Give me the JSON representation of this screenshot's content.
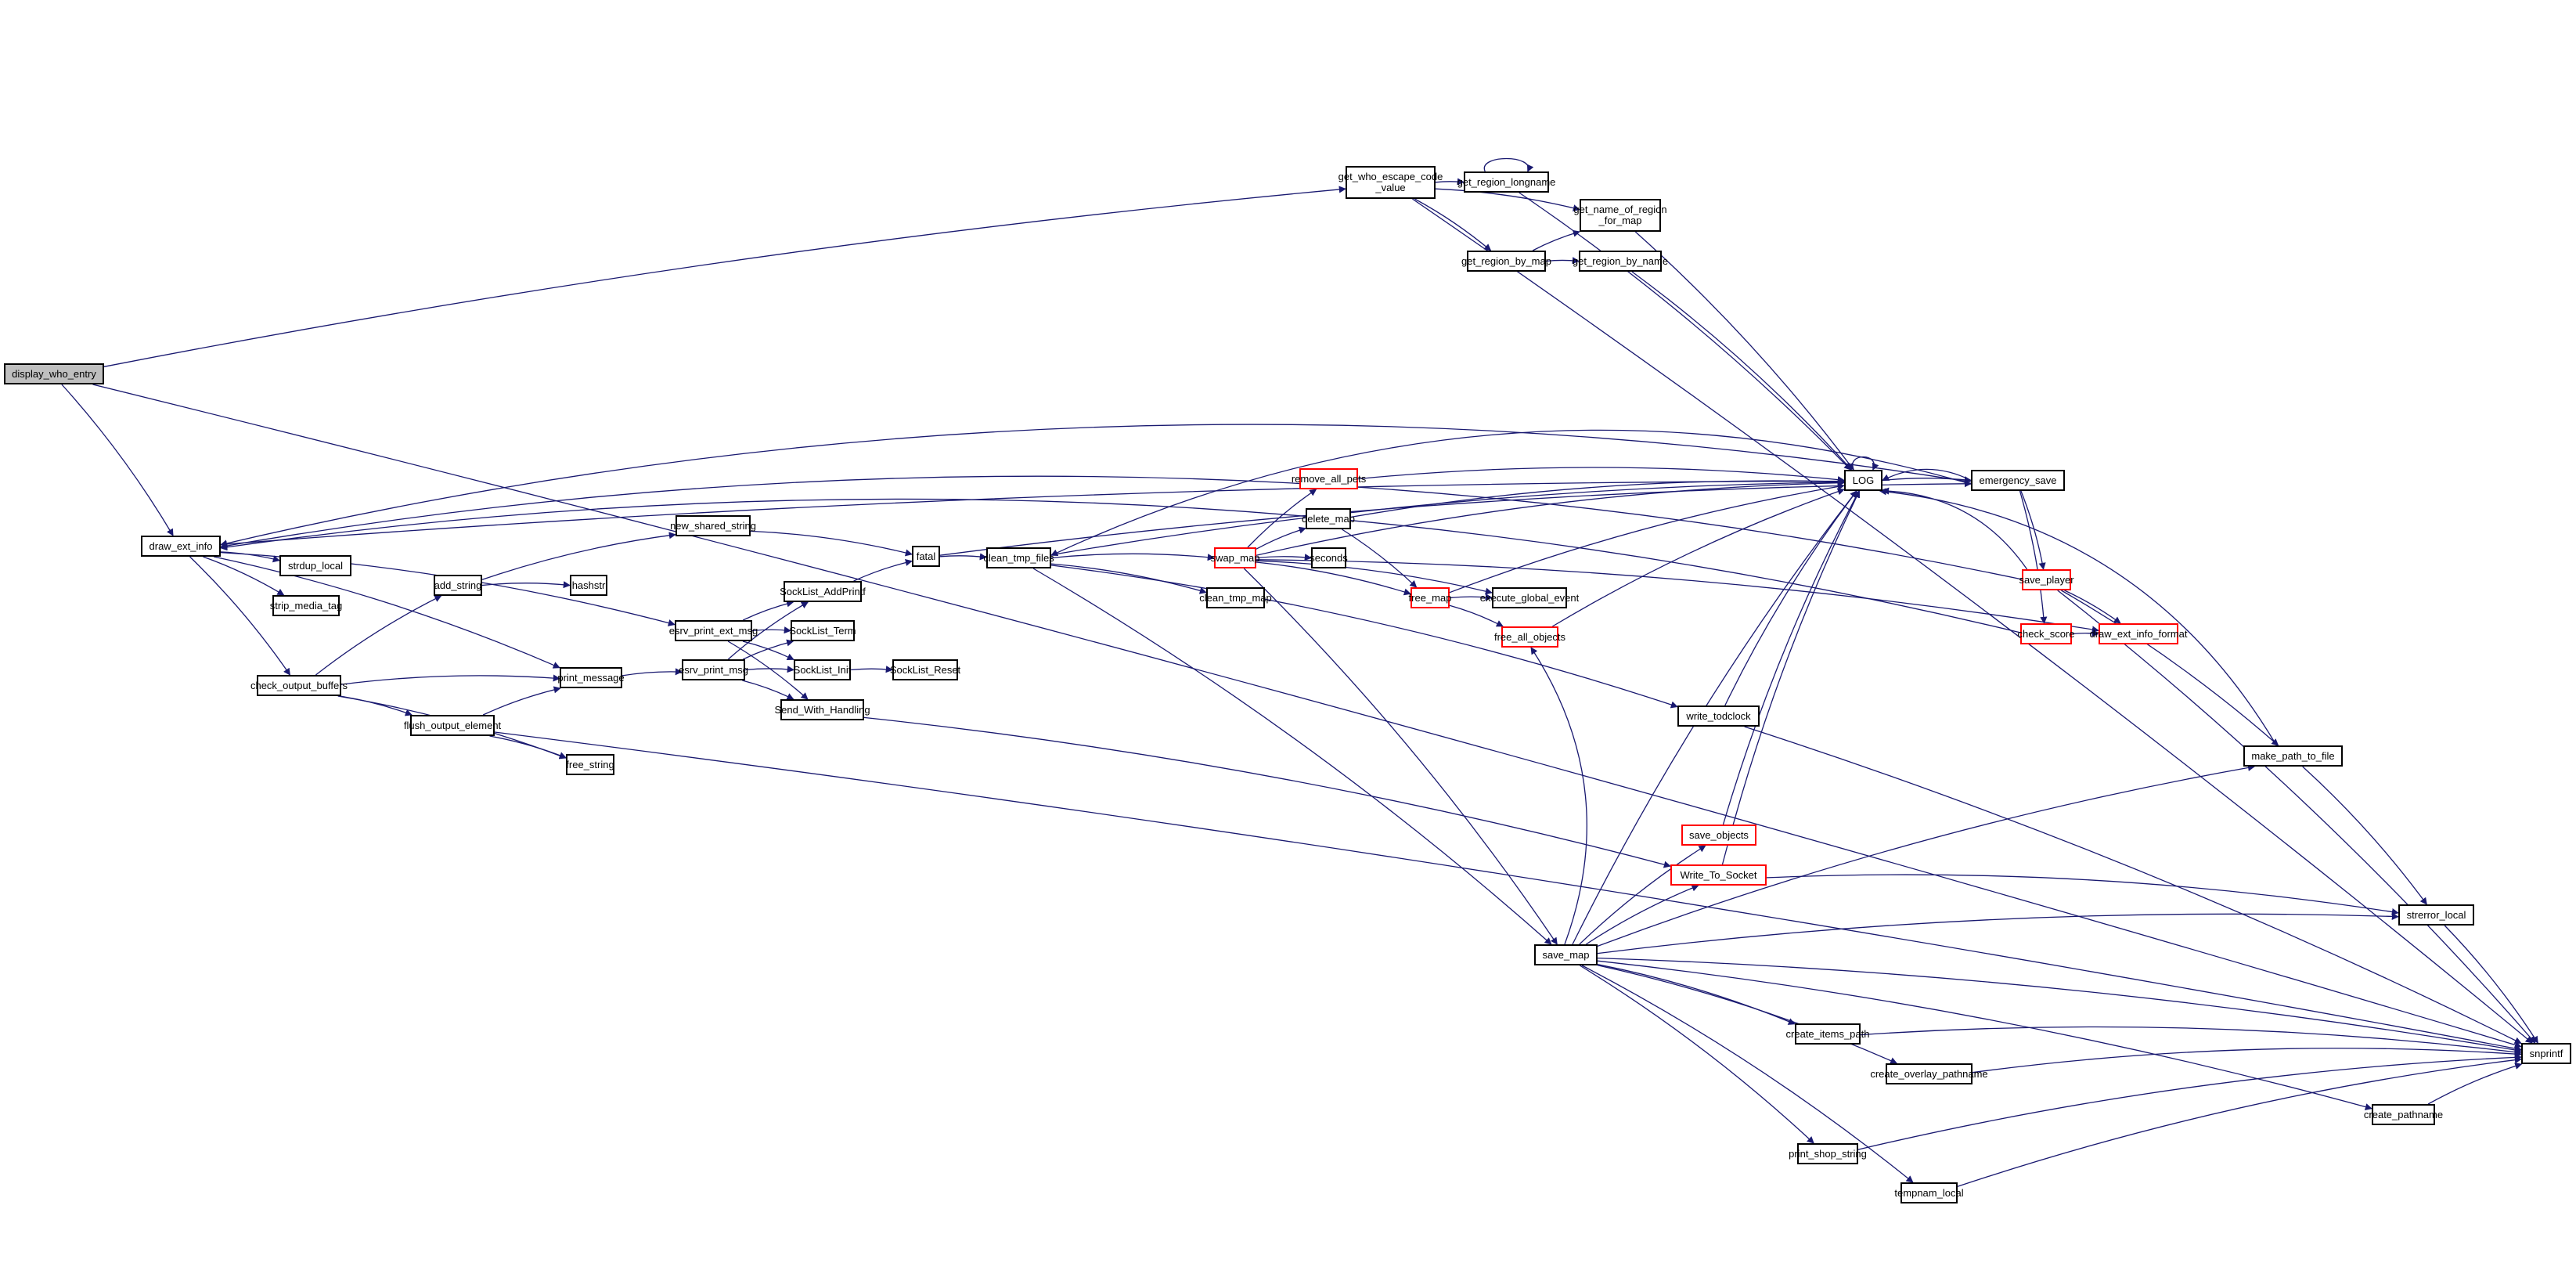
{
  "graph": {
    "type": "doxygen-call-graph",
    "root": "display_who_entry",
    "colors": {
      "edge": "#191970",
      "node_border": "#000000",
      "truncated_border": "#ff0000",
      "root_fill": "#bfbfbf",
      "node_fill": "#ffffff"
    },
    "nodes": [
      {
        "id": "display_who_entry",
        "label": "display_who_entry",
        "root": true
      },
      {
        "id": "draw_ext_info",
        "label": "draw_ext_info"
      },
      {
        "id": "strdup_local",
        "label": "strdup_local"
      },
      {
        "id": "strip_media_tag",
        "label": "strip_media_tag"
      },
      {
        "id": "check_output_buffers",
        "label": "check_output_buffers"
      },
      {
        "id": "add_string",
        "label": "add_string"
      },
      {
        "id": "hashstr",
        "label": "hashstr"
      },
      {
        "id": "print_message",
        "label": "print_message"
      },
      {
        "id": "flush_output_element",
        "label": "flush_output_element"
      },
      {
        "id": "free_string",
        "label": "free_string"
      },
      {
        "id": "new_shared_string",
        "label": "new_shared_string"
      },
      {
        "id": "esrv_print_ext_msg",
        "label": "esrv_print_ext_msg"
      },
      {
        "id": "esrv_print_msg",
        "label": "esrv_print_msg"
      },
      {
        "id": "SockList_AddPrintf",
        "label": "SockList_AddPrintf"
      },
      {
        "id": "SockList_Term",
        "label": "SockList_Term"
      },
      {
        "id": "SockList_Init",
        "label": "SockList_Init"
      },
      {
        "id": "SockList_Reset",
        "label": "SockList_Reset"
      },
      {
        "id": "Send_With_Handling",
        "label": "Send_With_Handling"
      },
      {
        "id": "fatal",
        "label": "fatal"
      },
      {
        "id": "clean_tmp_files",
        "label": "clean_tmp_files"
      },
      {
        "id": "swap_map",
        "label": "swap_map",
        "truncated": true
      },
      {
        "id": "clean_tmp_map",
        "label": "clean_tmp_map"
      },
      {
        "id": "remove_all_pets",
        "label": "remove_all_pets",
        "truncated": true
      },
      {
        "id": "delete_map",
        "label": "delete_map"
      },
      {
        "id": "seconds",
        "label": "seconds"
      },
      {
        "id": "free_map",
        "label": "free_map",
        "truncated": true
      },
      {
        "id": "execute_global_event",
        "label": "execute_global_event"
      },
      {
        "id": "free_all_objects",
        "label": "free_all_objects",
        "truncated": true
      },
      {
        "id": "write_todclock",
        "label": "write_todclock"
      },
      {
        "id": "save_objects",
        "label": "save_objects",
        "truncated": true
      },
      {
        "id": "Write_To_Socket",
        "label": "Write_To_Socket",
        "truncated": true
      },
      {
        "id": "save_map",
        "label": "save_map"
      },
      {
        "id": "get_who_escape_code_value",
        "label": "get_who_escape_code\n_value",
        "tall": true
      },
      {
        "id": "get_region_longname",
        "label": "get_region_longname"
      },
      {
        "id": "get_name_of_region_for_map",
        "label": "get_name_of_region\n_for_map",
        "tall": true
      },
      {
        "id": "get_region_by_map",
        "label": "get_region_by_map"
      },
      {
        "id": "get_region_by_name",
        "label": "get_region_by_name"
      },
      {
        "id": "LOG",
        "label": "LOG"
      },
      {
        "id": "emergency_save",
        "label": "emergency_save"
      },
      {
        "id": "save_player",
        "label": "save_player",
        "truncated": true
      },
      {
        "id": "check_score",
        "label": "check_score",
        "truncated": true
      },
      {
        "id": "draw_ext_info_format",
        "label": "draw_ext_info_format",
        "truncated": true
      },
      {
        "id": "make_path_to_file",
        "label": "make_path_to_file"
      },
      {
        "id": "strerror_local",
        "label": "strerror_local"
      },
      {
        "id": "snprintf",
        "label": "snprintf"
      },
      {
        "id": "create_items_path",
        "label": "create_items_path"
      },
      {
        "id": "create_overlay_pathname",
        "label": "create_overlay_pathname"
      },
      {
        "id": "create_pathname",
        "label": "create_pathname"
      },
      {
        "id": "print_shop_string",
        "label": "print_shop_string"
      },
      {
        "id": "tempnam_local",
        "label": "tempnam_local"
      }
    ],
    "edges": [
      [
        "display_who_entry",
        "draw_ext_info"
      ],
      [
        "display_who_entry",
        "get_who_escape_code_value"
      ],
      [
        "display_who_entry",
        "snprintf"
      ],
      [
        "draw_ext_info",
        "strdup_local"
      ],
      [
        "draw_ext_info",
        "strip_media_tag"
      ],
      [
        "draw_ext_info",
        "check_output_buffers"
      ],
      [
        "draw_ext_info",
        "print_message"
      ],
      [
        "draw_ext_info",
        "esrv_print_ext_msg"
      ],
      [
        "draw_ext_info",
        "LOG"
      ],
      [
        "check_output_buffers",
        "add_string"
      ],
      [
        "check_output_buffers",
        "print_message"
      ],
      [
        "check_output_buffers",
        "flush_output_element"
      ],
      [
        "check_output_buffers",
        "free_string"
      ],
      [
        "add_string",
        "hashstr"
      ],
      [
        "add_string",
        "new_shared_string"
      ],
      [
        "flush_output_element",
        "print_message"
      ],
      [
        "flush_output_element",
        "free_string"
      ],
      [
        "flush_output_element",
        "snprintf"
      ],
      [
        "print_message",
        "esrv_print_msg"
      ],
      [
        "new_shared_string",
        "fatal"
      ],
      [
        "esrv_print_ext_msg",
        "SockList_AddPrintf"
      ],
      [
        "esrv_print_ext_msg",
        "SockList_Term"
      ],
      [
        "esrv_print_ext_msg",
        "SockList_Init"
      ],
      [
        "esrv_print_ext_msg",
        "Send_With_Handling"
      ],
      [
        "esrv_print_msg",
        "SockList_AddPrintf"
      ],
      [
        "esrv_print_msg",
        "SockList_Term"
      ],
      [
        "esrv_print_msg",
        "SockList_Init"
      ],
      [
        "esrv_print_msg",
        "Send_With_Handling"
      ],
      [
        "SockList_AddPrintf",
        "fatal"
      ],
      [
        "SockList_Init",
        "SockList_Reset"
      ],
      [
        "Send_With_Handling",
        "Write_To_Socket"
      ],
      [
        "fatal",
        "clean_tmp_files"
      ],
      [
        "fatal",
        "emergency_save"
      ],
      [
        "clean_tmp_files",
        "swap_map"
      ],
      [
        "clean_tmp_files",
        "clean_tmp_map"
      ],
      [
        "clean_tmp_files",
        "save_map"
      ],
      [
        "clean_tmp_files",
        "write_todclock"
      ],
      [
        "clean_tmp_files",
        "LOG"
      ],
      [
        "swap_map",
        "remove_all_pets"
      ],
      [
        "swap_map",
        "delete_map"
      ],
      [
        "swap_map",
        "seconds"
      ],
      [
        "swap_map",
        "free_map"
      ],
      [
        "swap_map",
        "execute_global_event"
      ],
      [
        "swap_map",
        "save_map"
      ],
      [
        "swap_map",
        "draw_ext_info_format"
      ],
      [
        "swap_map",
        "LOG"
      ],
      [
        "remove_all_pets",
        "LOG"
      ],
      [
        "delete_map",
        "free_map"
      ],
      [
        "delete_map",
        "LOG"
      ],
      [
        "free_map",
        "execute_global_event"
      ],
      [
        "free_map",
        "free_all_objects"
      ],
      [
        "free_map",
        "LOG"
      ],
      [
        "free_all_objects",
        "LOG"
      ],
      [
        "write_todclock",
        "LOG"
      ],
      [
        "write_todclock",
        "snprintf"
      ],
      [
        "save_map",
        "free_all_objects"
      ],
      [
        "save_map",
        "save_objects"
      ],
      [
        "save_map",
        "Write_To_Socket"
      ],
      [
        "save_map",
        "make_path_to_file"
      ],
      [
        "save_map",
        "strerror_local"
      ],
      [
        "save_map",
        "snprintf"
      ],
      [
        "save_map",
        "create_items_path"
      ],
      [
        "save_map",
        "create_overlay_pathname"
      ],
      [
        "save_map",
        "create_pathname"
      ],
      [
        "save_map",
        "print_shop_string"
      ],
      [
        "save_map",
        "tempnam_local"
      ],
      [
        "save_map",
        "LOG"
      ],
      [
        "save_objects",
        "LOG"
      ],
      [
        "Write_To_Socket",
        "LOG"
      ],
      [
        "Write_To_Socket",
        "strerror_local"
      ],
      [
        "get_who_escape_code_value",
        "get_region_longname"
      ],
      [
        "get_who_escape_code_value",
        "get_name_of_region_for_map"
      ],
      [
        "get_who_escape_code_value",
        "get_region_by_map"
      ],
      [
        "get_who_escape_code_value",
        "snprintf"
      ],
      [
        "get_region_longname",
        "get_region_longname"
      ],
      [
        "get_region_longname",
        "LOG"
      ],
      [
        "get_region_by_map",
        "get_name_of_region_for_map"
      ],
      [
        "get_region_by_map",
        "get_region_by_name"
      ],
      [
        "get_name_of_region_for_map",
        "LOG"
      ],
      [
        "get_region_by_name",
        "LOG"
      ],
      [
        "LOG",
        "LOG"
      ],
      [
        "LOG",
        "emergency_save"
      ],
      [
        "emergency_save",
        "LOG"
      ],
      [
        "emergency_save",
        "draw_ext_info"
      ],
      [
        "emergency_save",
        "clean_tmp_files"
      ],
      [
        "emergency_save",
        "save_player"
      ],
      [
        "emergency_save",
        "check_score"
      ],
      [
        "save_player",
        "LOG"
      ],
      [
        "save_player",
        "draw_ext_info"
      ],
      [
        "save_player",
        "draw_ext_info_format"
      ],
      [
        "save_player",
        "make_path_to_file"
      ],
      [
        "save_player",
        "snprintf"
      ],
      [
        "check_score",
        "draw_ext_info"
      ],
      [
        "check_score",
        "draw_ext_info_format"
      ],
      [
        "make_path_to_file",
        "LOG"
      ],
      [
        "make_path_to_file",
        "strerror_local"
      ],
      [
        "strerror_local",
        "snprintf"
      ],
      [
        "create_items_path",
        "snprintf"
      ],
      [
        "create_overlay_pathname",
        "snprintf"
      ],
      [
        "create_pathname",
        "snprintf"
      ],
      [
        "print_shop_string",
        "snprintf"
      ],
      [
        "tempnam_local",
        "snprintf"
      ]
    ]
  }
}
